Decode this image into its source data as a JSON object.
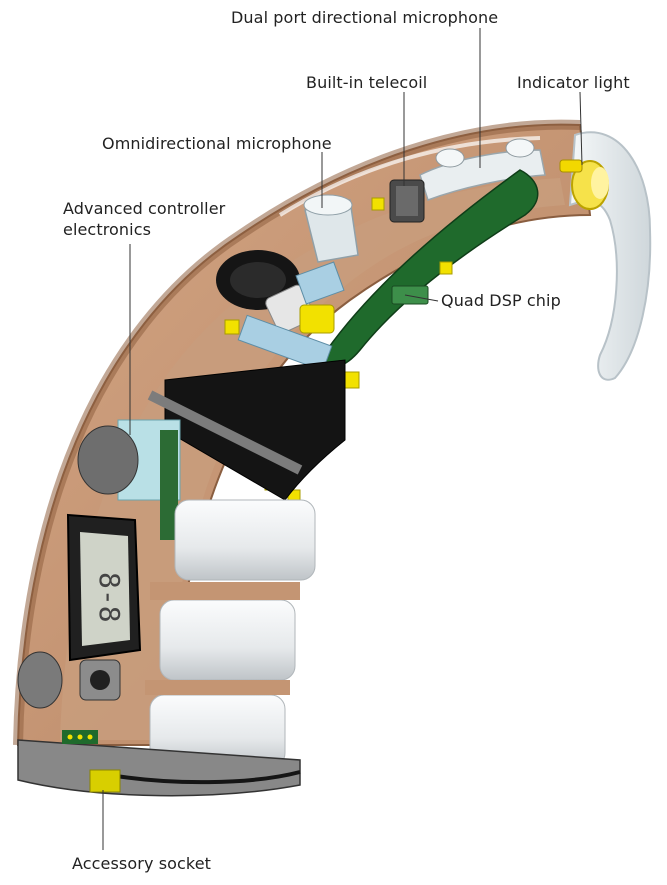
{
  "labels": {
    "dual_port_mic": "Dual port directional microphone",
    "telecoil": "Built-in telecoil",
    "indicator_light": "Indicator light",
    "omni_mic": "Omnidirectional microphone",
    "controller_line1": "Advanced controller",
    "controller_line2": "electronics",
    "dsp_chip": "Quad DSP chip",
    "accessory_socket": "Accessory socket"
  },
  "colors": {
    "shell": "#c49573",
    "shell_dark": "#9e6f4f",
    "hook": "#e3e9ec",
    "battery": "#e8ebed",
    "circuit_green": "#1f6a2c",
    "component_blue": "#a9cfe3",
    "component_yellow": "#f2e100",
    "black_parts": "#151515",
    "grey_parts": "#7c7c7c",
    "leader_line": "#333333"
  }
}
